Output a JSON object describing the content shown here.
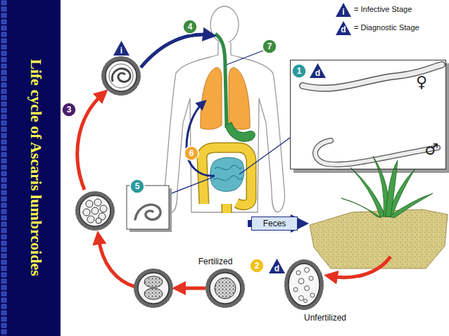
{
  "diagram": {
    "title": "Life cycle of Ascaris lumbrcoides",
    "nodes": [
      {
        "text": [
          "4"
        ]
      },
      {
        "text": [
          "7"
        ]
      },
      {
        "text": [
          "i"
        ]
      },
      {
        "text": [
          "♀",
          "♂"
        ]
      },
      {
        "text": [
          "1"
        ],
        "in": 3
      },
      {
        "text": [
          "d"
        ],
        "in": 3
      },
      {
        "text": [
          "3"
        ]
      },
      {
        "text": [
          "6"
        ]
      },
      {
        "text": [
          "5"
        ]
      },
      {
        "text": [
          "Feces"
        ]
      },
      {
        "text": [
          "2"
        ]
      },
      {
        "text": [
          "d"
        ]
      }
    ],
    "labels": [
      "i",
      "d",
      "Fertilized",
      "Unfertilized"
    ],
    "legend": [
      {
        "text": "= Infective Stage"
      },
      {
        "text": "= Diagnostic Stage"
      }
    ]
  }
}
